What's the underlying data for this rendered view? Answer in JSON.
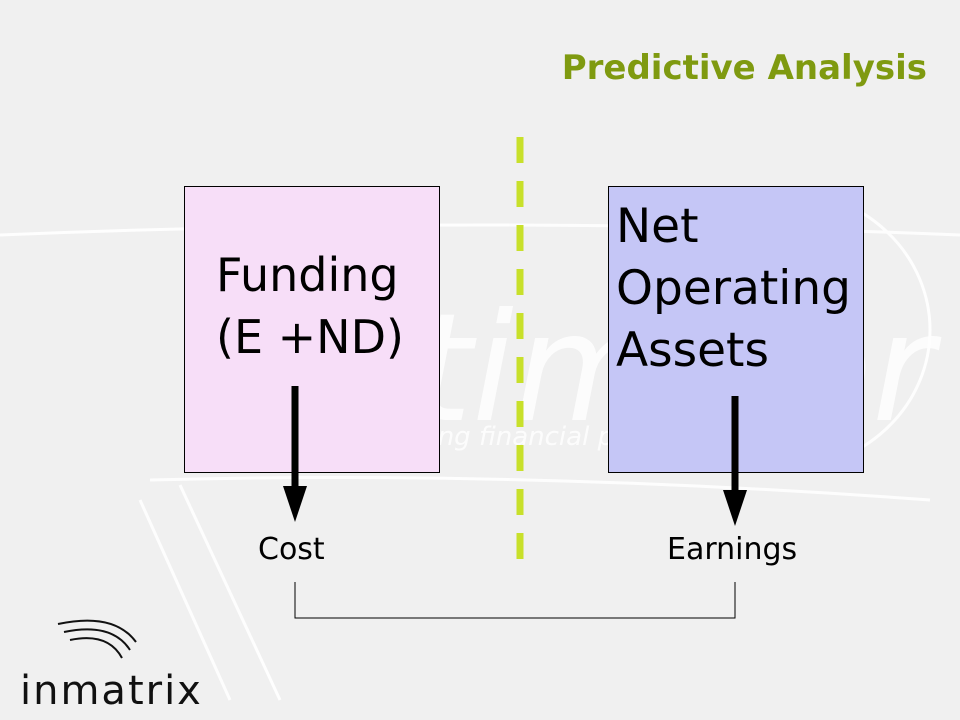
{
  "slide": {
    "title": "Predictive Analysis"
  },
  "boxes": {
    "funding": {
      "lines": [
        "Funding",
        "(E +ND)"
      ],
      "color": "#f7def8"
    },
    "net_operating_assets": {
      "lines": [
        "Net",
        "Operating",
        "Assets"
      ],
      "color": "#c5c6f6"
    }
  },
  "labels": {
    "cost": "Cost",
    "earnings": "Earnings"
  },
  "logo": {
    "text": "inmatrix"
  },
  "colors": {
    "title": "#7f9a10",
    "divider": "#c8e02a",
    "background": "#f0f0f0"
  }
}
